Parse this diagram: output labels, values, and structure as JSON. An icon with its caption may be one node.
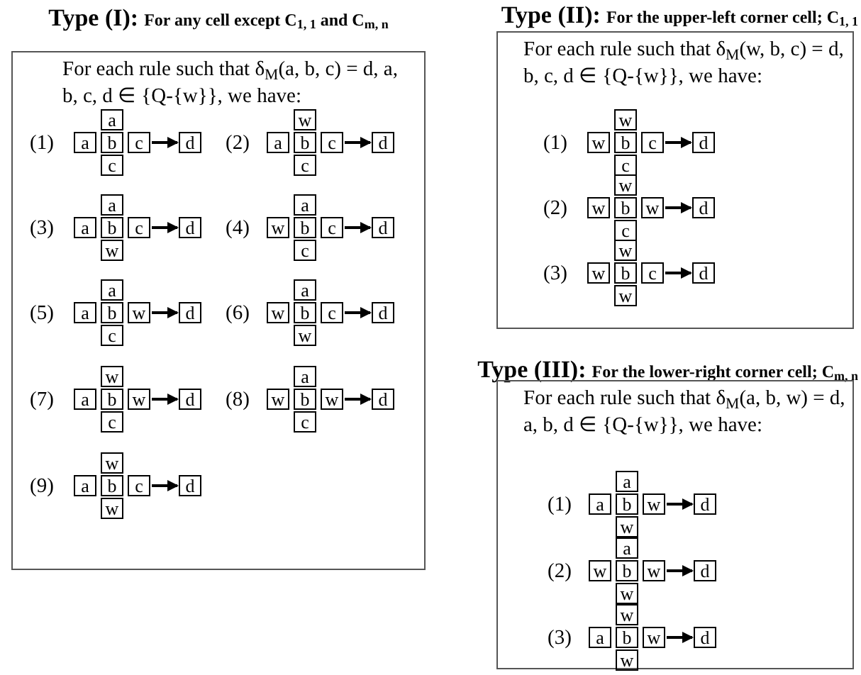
{
  "diagram": {
    "nodes": [
      {
        "text": [
          "Type (I):",
          "For any  cell except C$_{1, 1}$ and C$_{m, n}$",
          "For each rule such that δ$_{M}$(a, b, c) = d, a, b, c, d ∈ {Q-{w}}, we have:"
        ]
      },
      {
        "text": [
          "a"
        ],
        "in": 0
      },
      {
        "text": [
          "a"
        ],
        "in": 0
      },
      {
        "text": [
          "b"
        ],
        "in": 0
      },
      {
        "text": [
          "c"
        ],
        "in": 0
      },
      {
        "text": [
          "d"
        ],
        "in": 0
      },
      {
        "text": [
          "c"
        ],
        "in": 0
      },
      {
        "text": [
          "w"
        ],
        "in": 0
      },
      {
        "text": [
          "a"
        ],
        "in": 0
      },
      {
        "text": [
          "b"
        ],
        "in": 0
      },
      {
        "text": [
          "c"
        ],
        "in": 0
      },
      {
        "text": [
          "d"
        ],
        "in": 0
      },
      {
        "text": [
          "c"
        ],
        "in": 0
      },
      {
        "text": [
          "a"
        ],
        "in": 0
      },
      {
        "text": [
          "a"
        ],
        "in": 0
      },
      {
        "text": [
          "b"
        ],
        "in": 0
      },
      {
        "text": [
          "c"
        ],
        "in": 0
      },
      {
        "text": [
          "d"
        ],
        "in": 0
      },
      {
        "text": [
          "w"
        ],
        "in": 0
      },
      {
        "text": [
          "a"
        ],
        "in": 0
      },
      {
        "text": [
          "w"
        ],
        "in": 0
      },
      {
        "text": [
          "b"
        ],
        "in": 0
      },
      {
        "text": [
          "c"
        ],
        "in": 0
      },
      {
        "text": [
          "d"
        ],
        "in": 0
      },
      {
        "text": [
          "c"
        ],
        "in": 0
      },
      {
        "text": [
          "a"
        ],
        "in": 0
      },
      {
        "text": [
          "a"
        ],
        "in": 0
      },
      {
        "text": [
          "b"
        ],
        "in": 0
      },
      {
        "text": [
          "w"
        ],
        "in": 0
      },
      {
        "text": [
          "d"
        ],
        "in": 0
      },
      {
        "text": [
          "c"
        ],
        "in": 0
      },
      {
        "text": [
          "a"
        ],
        "in": 0
      },
      {
        "text": [
          "w"
        ],
        "in": 0
      },
      {
        "text": [
          "b"
        ],
        "in": 0
      },
      {
        "text": [
          "c"
        ],
        "in": 0
      },
      {
        "text": [
          "d"
        ],
        "in": 0
      },
      {
        "text": [
          "w"
        ],
        "in": 0
      },
      {
        "text": [
          "w"
        ],
        "in": 0
      },
      {
        "text": [
          "a"
        ],
        "in": 0
      },
      {
        "text": [
          "b"
        ],
        "in": 0
      },
      {
        "text": [
          "w"
        ],
        "in": 0
      },
      {
        "text": [
          "d"
        ],
        "in": 0
      },
      {
        "text": [
          "c"
        ],
        "in": 0
      },
      {
        "text": [
          "a"
        ],
        "in": 0
      },
      {
        "text": [
          "w"
        ],
        "in": 0
      },
      {
        "text": [
          "b"
        ],
        "in": 0
      },
      {
        "text": [
          "w"
        ],
        "in": 0
      },
      {
        "text": [
          "d"
        ],
        "in": 0
      },
      {
        "text": [
          "c"
        ],
        "in": 0
      },
      {
        "text": [
          "w"
        ],
        "in": 0
      },
      {
        "text": [
          "a"
        ],
        "in": 0
      },
      {
        "text": [
          "b"
        ],
        "in": 0
      },
      {
        "text": [
          "c"
        ],
        "in": 0
      },
      {
        "text": [
          "d"
        ],
        "in": 0
      },
      {
        "text": [
          "w"
        ],
        "in": 0
      },
      {
        "text": [
          "Type (II):",
          "For the upper-left corner cell; C$_{1, 1}$",
          "For each rule such that δ$_{M}$(w, b, c) = d, b, c, d ∈ {Q-{w}}, we have:"
        ]
      },
      {
        "text": [
          "w"
        ],
        "in": 55
      },
      {
        "text": [
          "w"
        ],
        "in": 55
      },
      {
        "text": [
          "b"
        ],
        "in": 55
      },
      {
        "text": [
          "c"
        ],
        "in": 55
      },
      {
        "text": [
          "d"
        ],
        "in": 55
      },
      {
        "text": [
          "c"
        ],
        "in": 55
      },
      {
        "text": [
          "w"
        ],
        "in": 55
      },
      {
        "text": [
          "w"
        ],
        "in": 55
      },
      {
        "text": [
          "b"
        ],
        "in": 55
      },
      {
        "text": [
          "w"
        ],
        "in": 55
      },
      {
        "text": [
          "d"
        ],
        "in": 55
      },
      {
        "text": [
          "c"
        ],
        "in": 55
      },
      {
        "text": [
          "w"
        ],
        "in": 55
      },
      {
        "text": [
          "w"
        ],
        "in": 55
      },
      {
        "text": [
          "b"
        ],
        "in": 55
      },
      {
        "text": [
          "c"
        ],
        "in": 55
      },
      {
        "text": [
          "d"
        ],
        "in": 55
      },
      {
        "text": [
          "w"
        ],
        "in": 55
      },
      {
        "text": [
          "Type (III):",
          "For the lower-right corner cell; C$_{m, n}$",
          "For each rule such that δ$_{M}$(a, b, w) = d, a, b, d ∈ {Q-{w}}, we have:"
        ]
      },
      {
        "text": [
          "a"
        ],
        "in": 74
      },
      {
        "text": [
          "a"
        ],
        "in": 74
      },
      {
        "text": [
          "b"
        ],
        "in": 74
      },
      {
        "text": [
          "w"
        ],
        "in": 74
      },
      {
        "text": [
          "d"
        ],
        "in": 74
      },
      {
        "text": [
          "w"
        ],
        "in": 74
      },
      {
        "text": [
          "a"
        ],
        "in": 74
      },
      {
        "text": [
          "w"
        ],
        "in": 74
      },
      {
        "text": [
          "b"
        ],
        "in": 74
      },
      {
        "text": [
          "w"
        ],
        "in": 74
      },
      {
        "text": [
          "d"
        ],
        "in": 74
      },
      {
        "text": [
          "w"
        ],
        "in": 74
      },
      {
        "text": [
          "w"
        ],
        "in": 74
      },
      {
        "text": [
          "a"
        ],
        "in": 74
      },
      {
        "text": [
          "b"
        ],
        "in": 74
      },
      {
        "text": [
          "w"
        ],
        "in": 74
      },
      {
        "text": [
          "d"
        ],
        "in": 74
      },
      {
        "text": [
          "w"
        ],
        "in": 74
      }
    ],
    "edges": [
      {
        "from": 4,
        "to": 5,
        "arrow": "to"
      },
      {
        "from": 10,
        "to": 11,
        "arrow": "to"
      },
      {
        "from": 16,
        "to": 17,
        "arrow": "to"
      },
      {
        "from": 22,
        "to": 23,
        "arrow": "to"
      },
      {
        "from": 28,
        "to": 29,
        "arrow": "to"
      },
      {
        "from": 34,
        "to": 35,
        "arrow": "to"
      },
      {
        "from": 40,
        "to": 41,
        "arrow": "to"
      },
      {
        "from": 46,
        "to": 47,
        "arrow": "to"
      },
      {
        "from": 52,
        "to": 53,
        "arrow": "to"
      },
      {
        "from": 59,
        "to": 60,
        "arrow": "to"
      },
      {
        "from": 65,
        "to": 66,
        "arrow": "to"
      },
      {
        "from": 71,
        "to": 72,
        "arrow": "to"
      },
      {
        "from": 78,
        "to": 79,
        "arrow": "to"
      },
      {
        "from": 84,
        "to": 85,
        "arrow": "to"
      },
      {
        "from": 90,
        "to": 91,
        "arrow": "to"
      }
    ],
    "labels": [
      "(1)",
      "(2)",
      "(3)",
      "(4)",
      "(5)",
      "(6)",
      "(7)",
      "(8)",
      "(9)",
      "(1)",
      "(2)",
      "(3)",
      "(1)",
      "(2)",
      "(3)"
    ]
  }
}
